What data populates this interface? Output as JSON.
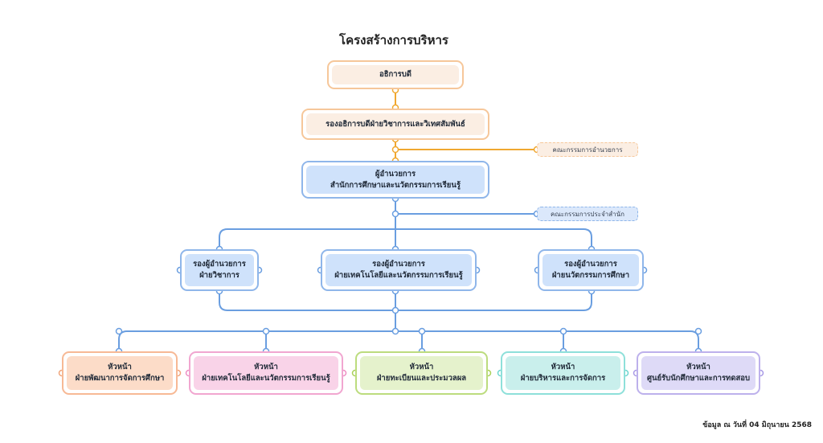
{
  "title": "โครงสร้างการบริหาร",
  "colors": {
    "orange_line": "#f0a830",
    "blue_line": "#6a9ee0",
    "orange_fill": "#fbeee3",
    "blue_fill": "#cfe2fb"
  },
  "nodes": {
    "president": {
      "lines": [
        "อธิการบดี"
      ]
    },
    "vice_president": {
      "lines": [
        "รองอธิการบดีฝ่ายวิชาการและวิเทศสัมพันธ์"
      ]
    },
    "director": {
      "lines": [
        "ผู้อำนวยการ",
        "สำนักการศึกษาและนวัตกรรมการเรียนรู้"
      ]
    },
    "deputy_academic": {
      "lines": [
        "รองผู้อำนวยการ",
        "ฝ่ายวิชาการ"
      ]
    },
    "deputy_tech": {
      "lines": [
        "รองผู้อำนวยการ",
        "ฝ่ายเทคโนโลยีและนวัตกรรมการเรียนรู้"
      ]
    },
    "deputy_innovation": {
      "lines": [
        "รองผู้อำนวยการ",
        "ฝ่ายนวัตกรรมการศึกษา"
      ]
    },
    "head_development": {
      "lines": [
        "หัวหน้า",
        "ฝ่ายพัฒนาการจัดการศึกษา"
      ]
    },
    "head_tech": {
      "lines": [
        "หัวหน้า",
        "ฝ่ายเทคโนโลยีและนวัตกรรมการเรียนรู้"
      ]
    },
    "head_registration": {
      "lines": [
        "หัวหน้า",
        "ฝ่ายทะเบียนและประมวลผล"
      ]
    },
    "head_admin": {
      "lines": [
        "หัวหน้า",
        "ฝ่ายบริหารและการจัดการ"
      ]
    },
    "head_testing": {
      "lines": [
        "หัวหน้า",
        "ศูนย์รับนักศึกษาและการทดสอบ"
      ]
    }
  },
  "notes": {
    "executive_committee": "คณะกรรมการอำนวยการ",
    "office_committee": "คณะกรรมการประจำสำนัก"
  },
  "footer": "ข้อมูล ณ วันที่ 04 มิถุนายน 2568"
}
